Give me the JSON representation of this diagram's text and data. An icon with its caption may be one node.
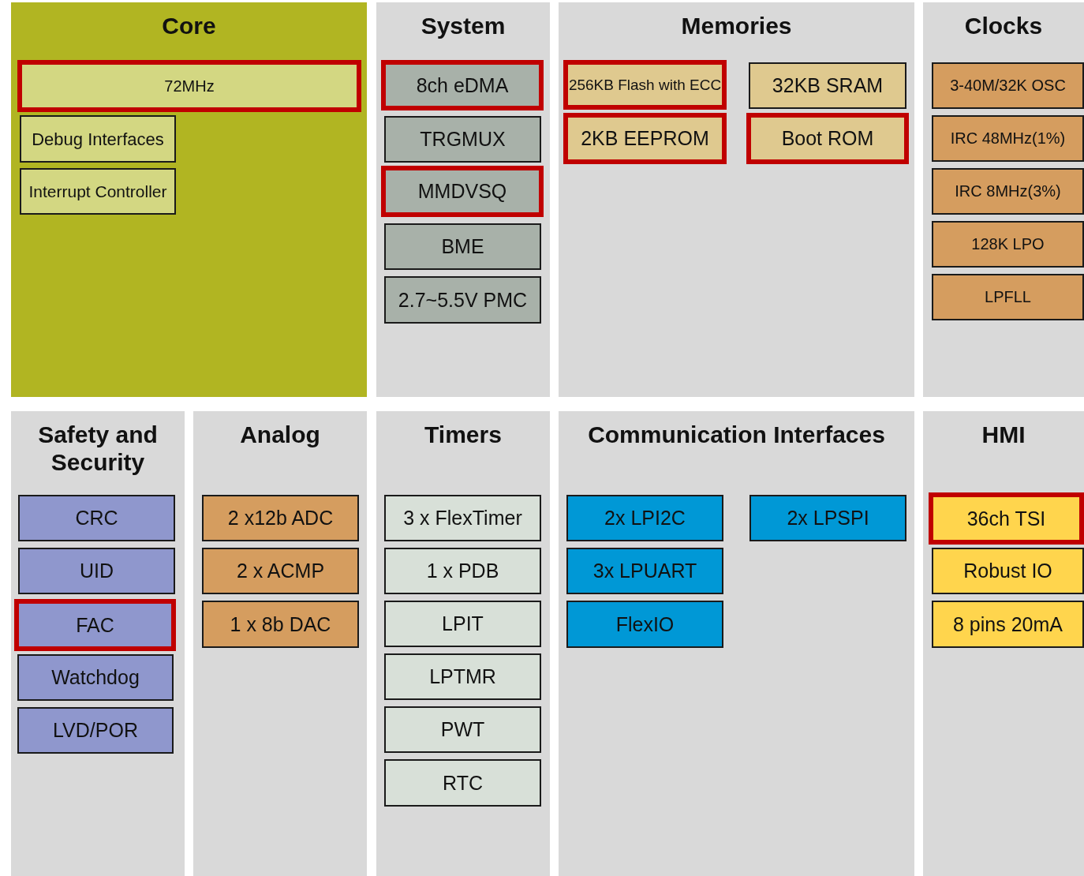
{
  "diagram": {
    "nodes": [
      {
        "text": [
          "Core"
        ]
      },
      {
        "text": [
          "72MHz"
        ],
        "in": 0
      },
      {
        "text": [
          "Debug Interfaces"
        ],
        "in": 0
      },
      {
        "text": [
          "Interrupt Controller"
        ],
        "in": 0
      },
      {
        "text": [
          "System"
        ]
      },
      {
        "text": [
          "8ch eDMA"
        ],
        "in": 4
      },
      {
        "text": [
          "TRGMUX"
        ],
        "in": 4
      },
      {
        "text": [
          "MMDVSQ"
        ],
        "in": 4
      },
      {
        "text": [
          "BME"
        ],
        "in": 4
      },
      {
        "text": [
          "2.7~5.5V PMC"
        ],
        "in": 4
      },
      {
        "text": [
          "Memories"
        ]
      },
      {
        "text": [
          "256KB Flash with ECC"
        ],
        "in": 10
      },
      {
        "text": [
          "32KB SRAM"
        ],
        "in": 10
      },
      {
        "text": [
          "2KB EEPROM"
        ],
        "in": 10
      },
      {
        "text": [
          "Boot ROM"
        ],
        "in": 10
      },
      {
        "text": [
          "Clocks"
        ]
      },
      {
        "text": [
          "3-40M/32K OSC"
        ],
        "in": 15
      },
      {
        "text": [
          "IRC 48MHz(1%)"
        ],
        "in": 15
      },
      {
        "text": [
          "IRC 8MHz(3%)"
        ],
        "in": 15
      },
      {
        "text": [
          "128K LPO"
        ],
        "in": 15
      },
      {
        "text": [
          "LPFLL"
        ],
        "in": 15
      },
      {
        "text": [
          "Safety and Security"
        ]
      },
      {
        "text": [
          "CRC"
        ],
        "in": 21
      },
      {
        "text": [
          "UID"
        ],
        "in": 21
      },
      {
        "text": [
          "FAC"
        ],
        "in": 21
      },
      {
        "text": [
          "Watchdog"
        ],
        "in": 21
      },
      {
        "text": [
          "LVD/POR"
        ],
        "in": 21
      },
      {
        "text": [
          "Analog"
        ]
      },
      {
        "text": [
          "2 x12b ADC"
        ],
        "in": 27
      },
      {
        "text": [
          "2 x ACMP"
        ],
        "in": 27
      },
      {
        "text": [
          "1 x 8b DAC"
        ],
        "in": 27
      },
      {
        "text": [
          "Timers"
        ]
      },
      {
        "text": [
          "3 x FlexTimer"
        ],
        "in": 31
      },
      {
        "text": [
          "1 x PDB"
        ],
        "in": 31
      },
      {
        "text": [
          "LPIT"
        ],
        "in": 31
      },
      {
        "text": [
          "LPTMR"
        ],
        "in": 31
      },
      {
        "text": [
          "PWT"
        ],
        "in": 31
      },
      {
        "text": [
          "RTC"
        ],
        "in": 31
      },
      {
        "text": [
          "Communication Interfaces"
        ]
      },
      {
        "text": [
          "2x LPI2C"
        ],
        "in": 38
      },
      {
        "text": [
          "2x LPSPI"
        ],
        "in": 38
      },
      {
        "text": [
          "3x LPUART"
        ],
        "in": 38
      },
      {
        "text": [
          "FlexIO"
        ],
        "in": 38
      },
      {
        "text": [
          "HMI"
        ]
      },
      {
        "text": [
          "36ch TSI"
        ],
        "in": 43
      },
      {
        "text": [
          "Robust IO"
        ],
        "in": 43
      },
      {
        "text": [
          "8 pins 20mA"
        ],
        "in": 43
      }
    ]
  }
}
